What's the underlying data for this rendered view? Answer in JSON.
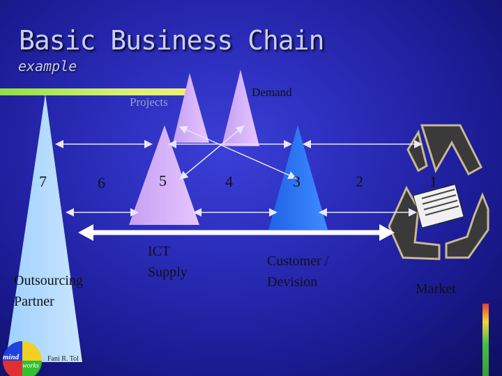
{
  "title": "Basic Business Chain",
  "subtitle": "example",
  "labels": {
    "demand": "Demand",
    "projects": "Projects",
    "outsourcing": [
      "Outsourcing",
      "Partner"
    ],
    "ict": [
      "ICT",
      "Supply"
    ],
    "customer": [
      "Customer /",
      "Devision"
    ],
    "market": "Market"
  },
  "nodes": [
    "7",
    "6",
    "5",
    "4",
    "3",
    "2",
    "1"
  ],
  "footer": "Fani R. Tol",
  "logo_text": [
    "mind",
    "works"
  ]
}
